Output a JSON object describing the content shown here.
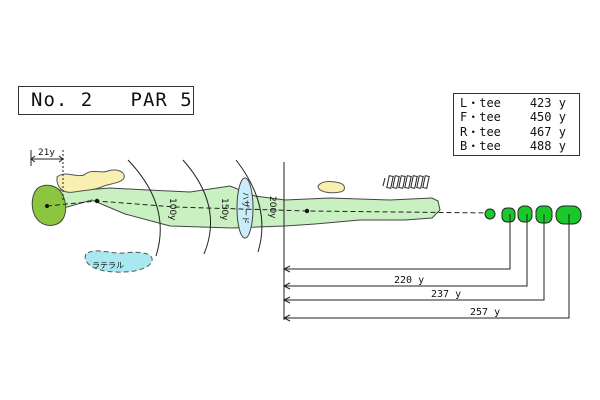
{
  "header": {
    "hole_label": "No. 2",
    "par_label": "PAR 5"
  },
  "tees": [
    {
      "name": "L・tee",
      "yards": "423 y"
    },
    {
      "name": "F・tee",
      "yards": "450 y"
    },
    {
      "name": "R・tee",
      "yards": "467 y"
    },
    {
      "name": "B・tee",
      "yards": "488 y"
    }
  ],
  "distances": {
    "green_offset": "21y",
    "ruler_100": "100y",
    "ruler_150": "150y",
    "ruler_200": "200y"
  },
  "hazards": {
    "water_label": "ハザード",
    "lateral_label": "ラテラル"
  },
  "tee_distances": [
    "220 y",
    "237 y",
    "257 y"
  ],
  "colors": {
    "fairway": "#c8f0c0",
    "green": "#8cc63f",
    "tee_box": "#19c829",
    "bunker": "#f8f0b0",
    "water": "#c8ecf8",
    "lateral": "#a8e8f0"
  }
}
